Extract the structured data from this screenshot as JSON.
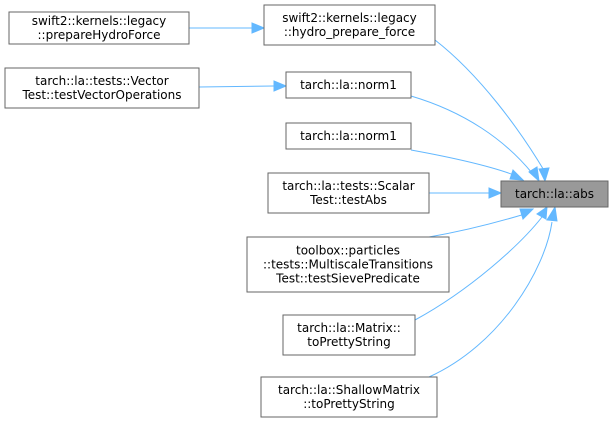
{
  "diagram": {
    "target": {
      "id": "abs",
      "lines": [
        "tarch::la::abs"
      ]
    },
    "callers": [
      {
        "id": "hydro_prepare_force",
        "lines": [
          "swift2::kernels::legacy",
          "::hydro_prepare_force"
        ]
      },
      {
        "id": "prepareHydroForce",
        "lines": [
          "swift2::kernels::legacy",
          "::prepareHydroForce"
        ]
      },
      {
        "id": "norm1_a",
        "lines": [
          "tarch::la::norm1"
        ]
      },
      {
        "id": "testVectorOperations",
        "lines": [
          "tarch::la::tests::Vector",
          "Test::testVectorOperations"
        ]
      },
      {
        "id": "norm1_b",
        "lines": [
          "tarch::la::norm1"
        ]
      },
      {
        "id": "testAbs",
        "lines": [
          "tarch::la::tests::Scalar",
          "Test::testAbs"
        ]
      },
      {
        "id": "testSievePredicate",
        "lines": [
          "toolbox::particles",
          "::tests::MultiscaleTransitions",
          "Test::testSievePredicate"
        ]
      },
      {
        "id": "matrix_toPrettyString",
        "lines": [
          "tarch::la::Matrix::",
          "toPrettyString"
        ]
      },
      {
        "id": "shallow_toPrettyString",
        "lines": [
          "tarch::la::ShallowMatrix",
          "::toPrettyString"
        ]
      }
    ],
    "edges": [
      {
        "from": "hydro_prepare_force",
        "to": "abs"
      },
      {
        "from": "prepareHydroForce",
        "to": "hydro_prepare_force"
      },
      {
        "from": "norm1_a",
        "to": "abs"
      },
      {
        "from": "testVectorOperations",
        "to": "norm1_a"
      },
      {
        "from": "norm1_b",
        "to": "abs"
      },
      {
        "from": "testAbs",
        "to": "abs"
      },
      {
        "from": "testSievePredicate",
        "to": "abs"
      },
      {
        "from": "matrix_toPrettyString",
        "to": "abs"
      },
      {
        "from": "shallow_toPrettyString",
        "to": "abs"
      }
    ],
    "colors": {
      "edge": "#63b8ff",
      "node_border": "#666666",
      "target_fill": "#999999",
      "node_fill": "#ffffff"
    }
  }
}
